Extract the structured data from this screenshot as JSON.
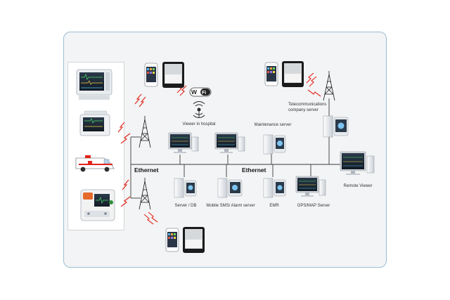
{
  "networks": [
    {
      "label": "Ethernet"
    },
    {
      "label": "Ethernet"
    }
  ],
  "nodes": {
    "viewer_in_hospital": "Viewer in hospital",
    "maintenance_server": "Maintenance server",
    "telecom_server": "Telecommunications company server",
    "telecom_server_line1": "Telecommunications",
    "telecom_server_line2": "company server",
    "server_db": "Server / DB",
    "mobile_sms_alarm_server": "Mobile SMS/ Alarm server",
    "emr": "EMR",
    "gps_map_server": "GPS/MAP Server",
    "remote_viewer": "Remote Viewer"
  },
  "wifi": {
    "label_w": "W",
    "label_fi": "Fi"
  },
  "colors": {
    "panel_border": "#9bbfd3",
    "wire": "#333333",
    "signal": "#e2231a",
    "screen": "#1d2733"
  }
}
